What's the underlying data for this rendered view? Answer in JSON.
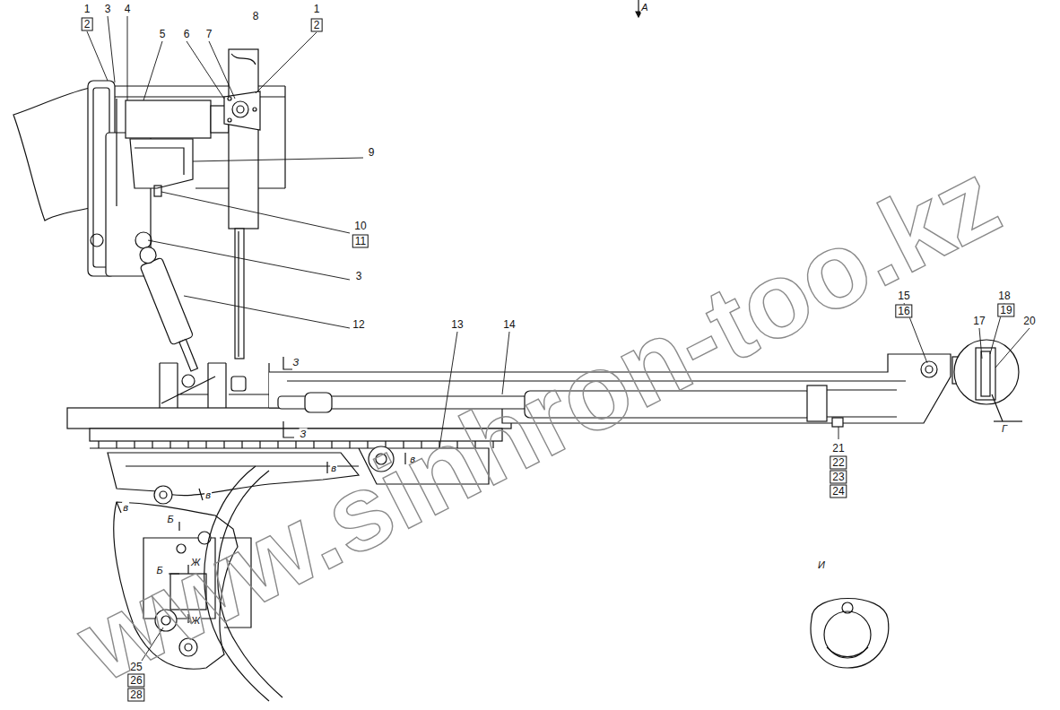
{
  "diagram": {
    "labels": [
      "1",
      "2",
      "3",
      "4",
      "5",
      "6",
      "7",
      "8",
      "1",
      "2",
      "А",
      "9",
      "10",
      "11",
      "3",
      "12",
      "13",
      "14",
      "З",
      "З",
      "15",
      "16",
      "17",
      "18",
      "19",
      "20",
      "Г",
      "в",
      "в",
      "в",
      "в",
      "Б",
      "Б",
      "Ж",
      "Ж",
      "21",
      "22",
      "23",
      "24",
      "И",
      "25",
      "26",
      "28",
      "www.sinhron-too.kz"
    ]
  }
}
